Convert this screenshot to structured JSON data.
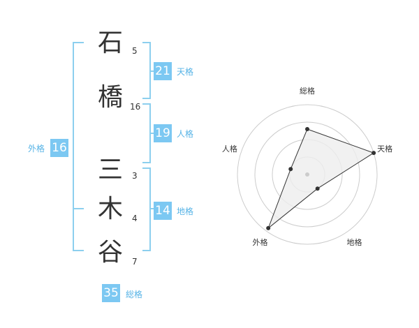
{
  "name": {
    "chars": [
      "石",
      "橋",
      "三",
      "木",
      "谷"
    ],
    "strokes": [
      "5",
      "16",
      "3",
      "4",
      "7"
    ]
  },
  "fortune": {
    "ten": {
      "label": "天格",
      "value": "21"
    },
    "jin": {
      "label": "人格",
      "value": "19"
    },
    "chi": {
      "label": "地格",
      "value": "14"
    },
    "gai": {
      "label": "外格",
      "value": "16"
    },
    "total": {
      "label": "総格",
      "value": "35"
    }
  },
  "chart_data": {
    "type": "radar",
    "axes": [
      "総格",
      "天格",
      "地格",
      "外格",
      "人格"
    ],
    "values": [
      0.65,
      1.0,
      0.25,
      0.95,
      0.25
    ],
    "range": [
      0,
      1
    ],
    "rings": 4,
    "colors": {
      "line": "#333333",
      "fill": "#eeeeee",
      "ring": "#cccccc",
      "center": "#cccccc"
    }
  },
  "colors": {
    "accent": "#7cc8f2",
    "bracket": "#8ccfee",
    "label": "#56b3e6"
  }
}
